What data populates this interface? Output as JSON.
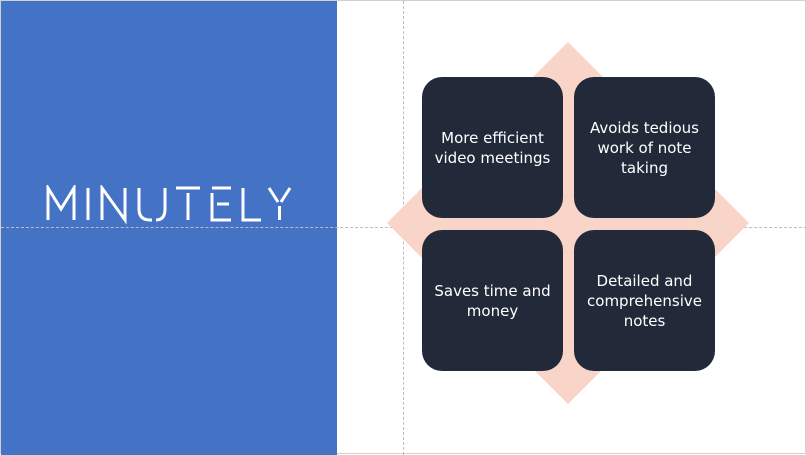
{
  "slide": {
    "logo_text": "MINUTELY",
    "colors": {
      "left_panel": "#4472c4",
      "tile": "#222a3a",
      "tile_text": "#ffffff",
      "diamond": "#f8d5c8"
    }
  },
  "diagram": {
    "tiles": [
      {
        "label": "More efficient video meetings"
      },
      {
        "label": "Avoids tedious work of note taking"
      },
      {
        "label": "Saves time and money"
      },
      {
        "label": "Detailed and comprehensive notes"
      }
    ]
  }
}
